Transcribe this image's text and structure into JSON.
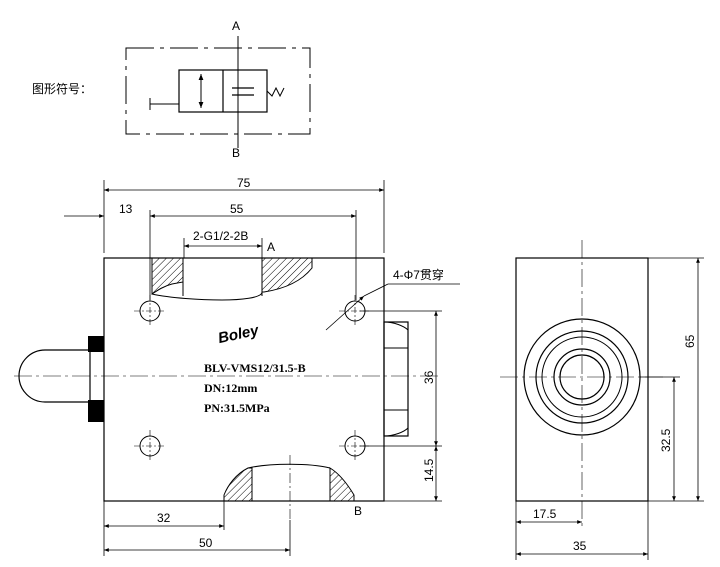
{
  "symbol": {
    "caption": "图形符号：",
    "port_a": "A",
    "port_b": "B"
  },
  "front_view": {
    "dim_overall_width": "75",
    "dim_offset_left": "13",
    "dim_hole_spacing": "55",
    "thread_callout": "2-G1/2-2B",
    "port_a": "A",
    "port_b": "B",
    "hole_callout": "4-Φ7贯穿",
    "dim_hole_vertical": "36",
    "dim_bottom_hole": "14.5",
    "dim_left_32": "32",
    "dim_left_50": "50"
  },
  "nameplate": {
    "logo": "Boley",
    "model": "BLV-VMS12/31.5-B",
    "dn": "DN:12mm",
    "pn": "PN:31.5MPa"
  },
  "side_view": {
    "dim_height": "65",
    "dim_center_height": "32.5",
    "dim_center_width": "17.5",
    "dim_width": "35"
  }
}
